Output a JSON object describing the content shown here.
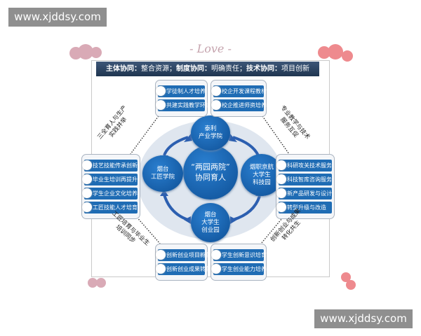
{
  "watermark": "www.xjddsy.com",
  "decoration": "- Love -",
  "header": {
    "p1_bold": "主体协同：",
    "p1": "整合资源；",
    "p2_bold": "制度协同：",
    "p2": "明确责任；",
    "p3_bold": "技术协同：",
    "p3": "项目创新"
  },
  "center": {
    "line1": "“两园两院”",
    "line2": "协同育人"
  },
  "nodes": {
    "top": [
      "泰利",
      "产业学院"
    ],
    "left": [
      "烟台",
      "工匠学院"
    ],
    "right": [
      "烟职京航",
      "大学生",
      "科技园"
    ],
    "bottom": [
      "烟台",
      "大学生",
      "创业园"
    ]
  },
  "groups": {
    "top_left": [
      "学徒制人才培养",
      "共建实践教学环境"
    ],
    "top_right": [
      "校企开发课程教材",
      "校企推进师资培养"
    ],
    "left": [
      "技艺技能传承创新",
      "毕业生培训再提升",
      "学生企业文化培养",
      "工匠技能人才培育"
    ],
    "right": [
      "科研攻关技术服务",
      "科技智库咨询服务",
      "新产品研发与设计",
      "转型升级与改造"
    ],
    "bottom_left": [
      "创新创业项目孵化",
      "创新创业成果转化"
    ],
    "bottom_right": [
      "学生创新意识培育",
      "学生创业能力培养"
    ]
  },
  "links": {
    "top_left": [
      "三全育人与生产",
      "实践并举"
    ],
    "top_right": [
      "专业教学与技术",
      "服务互促"
    ],
    "bottom_left": [
      "工匠培育与毕业生",
      "培训同步"
    ],
    "bottom_right": [
      "创新创业与成果",
      "转化共生"
    ]
  },
  "colors": {
    "primary": "#1f6cb4",
    "header": "#2b4463",
    "ellipse": "#dfe6ef",
    "heart_left": "#d9aab6",
    "heart_right": "#ee8a8e"
  }
}
